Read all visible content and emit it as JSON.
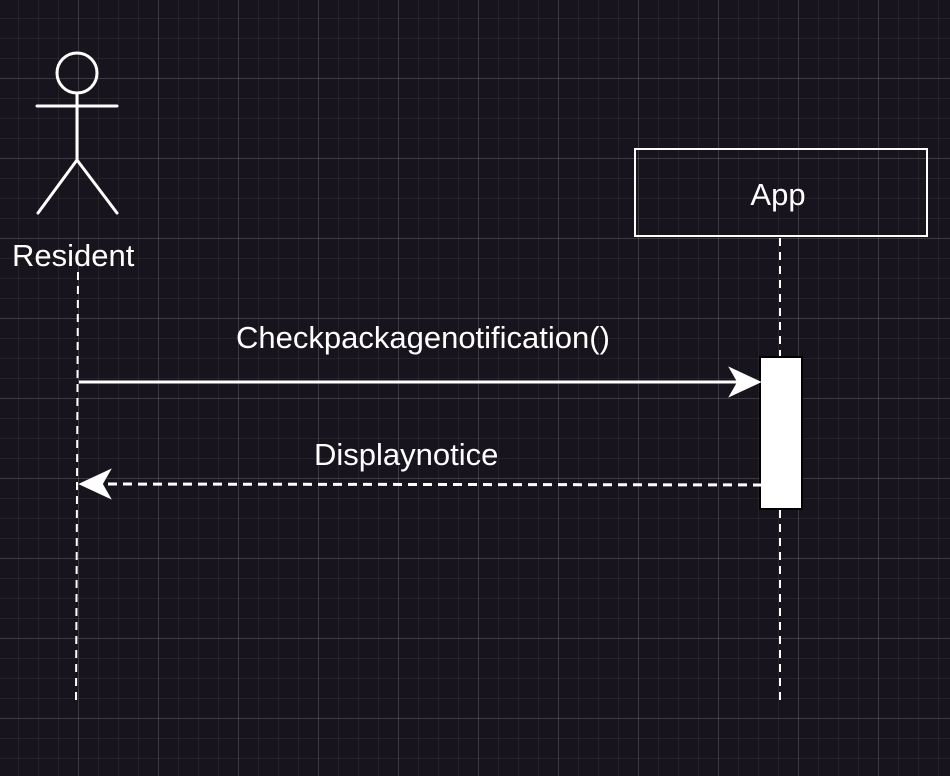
{
  "diagram": {
    "actor": {
      "label": "Resident"
    },
    "participant": {
      "label": "App"
    },
    "messages": [
      {
        "label": "Checkpackagenotification()",
        "kind": "synchronous-call"
      },
      {
        "label": "Displaynotice",
        "kind": "return"
      }
    ]
  },
  "colors": {
    "background": "#18141d",
    "stroke": "#ffffff",
    "activation_fill": "#ffffff"
  }
}
